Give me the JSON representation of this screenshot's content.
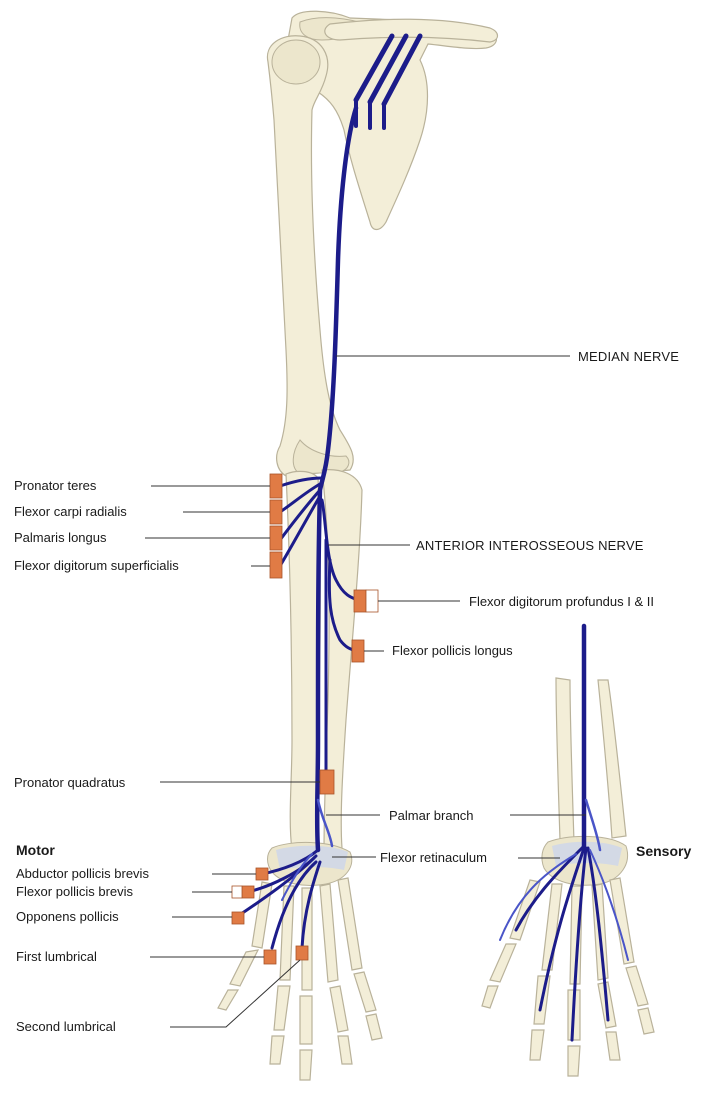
{
  "labels": {
    "median_nerve": "MEDIAN NERVE",
    "anterior_interosseous_nerve": "ANTERIOR INTEROSSEOUS NERVE",
    "pronator_teres": "Pronator teres",
    "flexor_carpi_radialis": "Flexor carpi radialis",
    "palmaris_longus": "Palmaris longus",
    "flexor_digitorum_superficialis": "Flexor digitorum superficialis",
    "flexor_digitorum_profundus": "Flexor digitorum profundus I & II",
    "flexor_pollicis_longus": "Flexor pollicis longus",
    "pronator_quadratus": "Pronator quadratus",
    "palmar_branch": "Palmar branch",
    "flexor_retinaculum": "Flexor retinaculum",
    "motor": "Motor",
    "sensory": "Sensory",
    "abductor_pollicis_brevis": "Abductor pollicis brevis",
    "flexor_pollicis_brevis": "Flexor pollicis brevis",
    "opponens_pollicis": "Opponens pollicis",
    "first_lumbrical": "First lumbrical",
    "second_lumbrical": "Second lumbrical"
  },
  "colors": {
    "nerve": "#1c1c8a",
    "nerve_light": "#4a55c8",
    "bone_fill": "#f3eed8",
    "bone_stroke": "#b9b29a",
    "muscle_marker": "#e07b45",
    "leader_line": "#333333"
  }
}
